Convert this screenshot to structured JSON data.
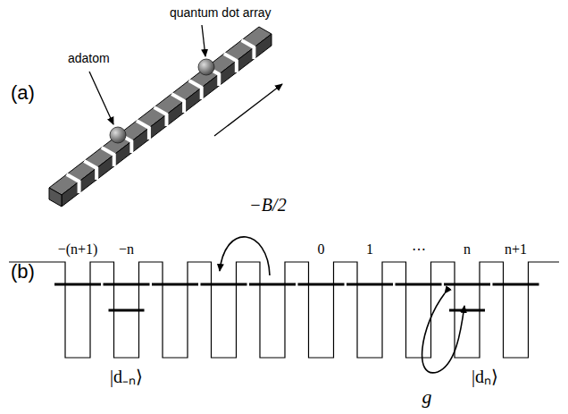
{
  "diagram": {
    "labels": [
      "(a)",
      "adatom",
      "quantum dot array",
      "(b)",
      "−(n+1)",
      "−n",
      "0",
      "1",
      "⋯",
      "n",
      "n+1",
      "−B/2",
      "g",
      "|d₋ₙ⟩",
      "|dₙ⟩"
    ]
  }
}
